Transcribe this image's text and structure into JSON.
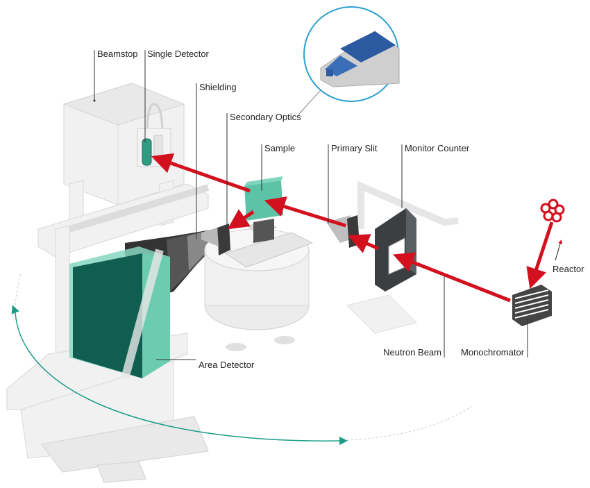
{
  "labels": {
    "beamstop": "Beamstop",
    "single_detector": "Single Detector",
    "shielding": "Shielding",
    "secondary_optics": "Secondary Optics",
    "sample": "Sample",
    "primary_slit": "Primary Slit",
    "monitor_counter": "Monitor Counter",
    "reactor": "Reactor",
    "neutron_beam": "Neutron Beam",
    "monochromator": "Monochromator",
    "area_detector": "Area Detector"
  },
  "colors": {
    "beam": "#d3101e",
    "detector_teal": "#5cc3a6",
    "detector_dark": "#0e5a4c",
    "rotation_arc": "#1a9c86",
    "inset_ring": "#2a9fd0",
    "frame": "#eeeeee"
  }
}
